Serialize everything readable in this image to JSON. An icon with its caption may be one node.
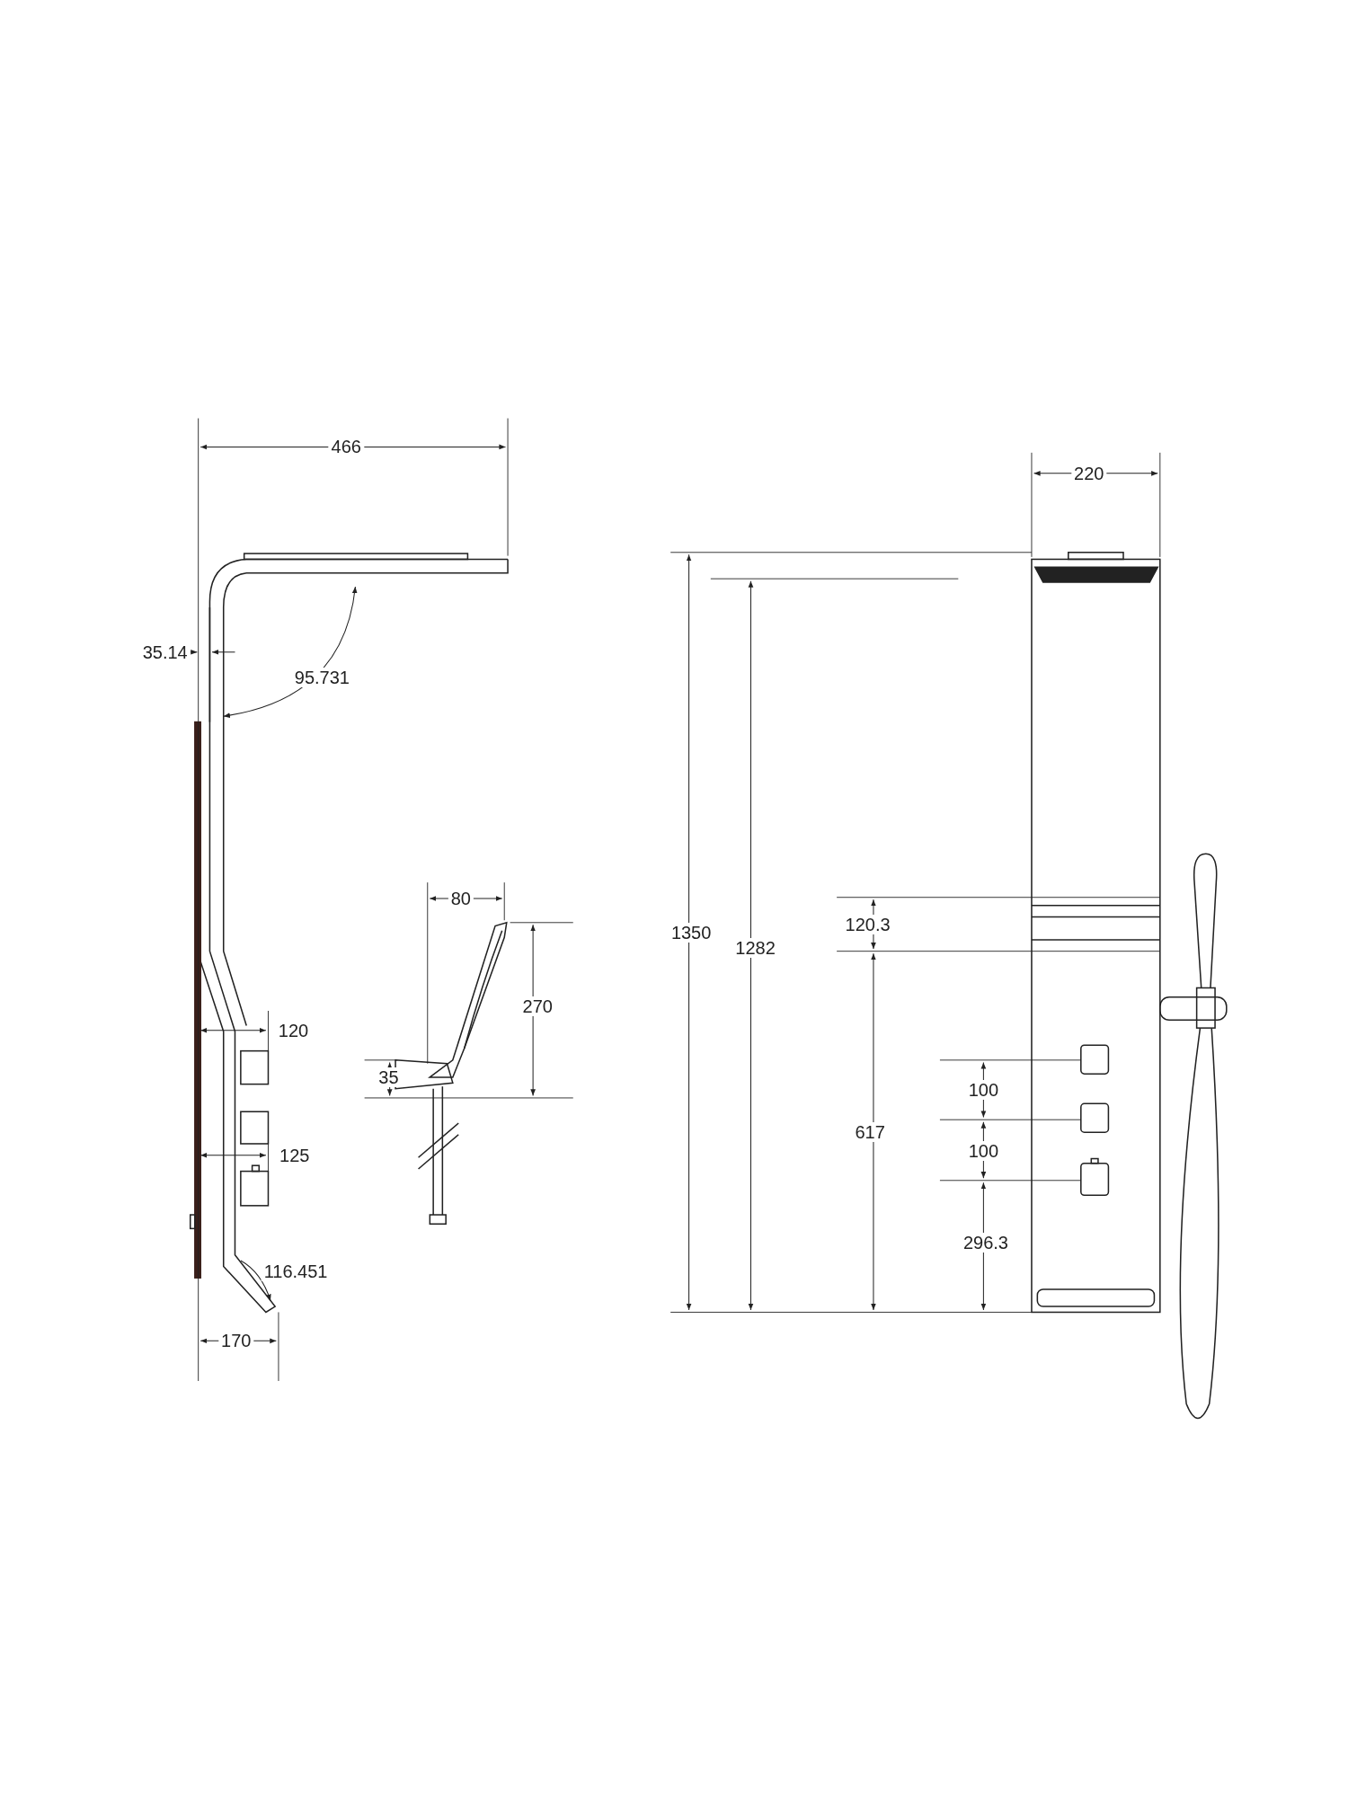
{
  "diagram": {
    "labels": [
      "466",
      "35.14",
      "95.731",
      "120",
      "125",
      "116.451",
      "170",
      "80",
      "270",
      "35",
      "220",
      "1350",
      "1282",
      "120.3",
      "617",
      "100",
      "100",
      "296.3"
    ]
  }
}
